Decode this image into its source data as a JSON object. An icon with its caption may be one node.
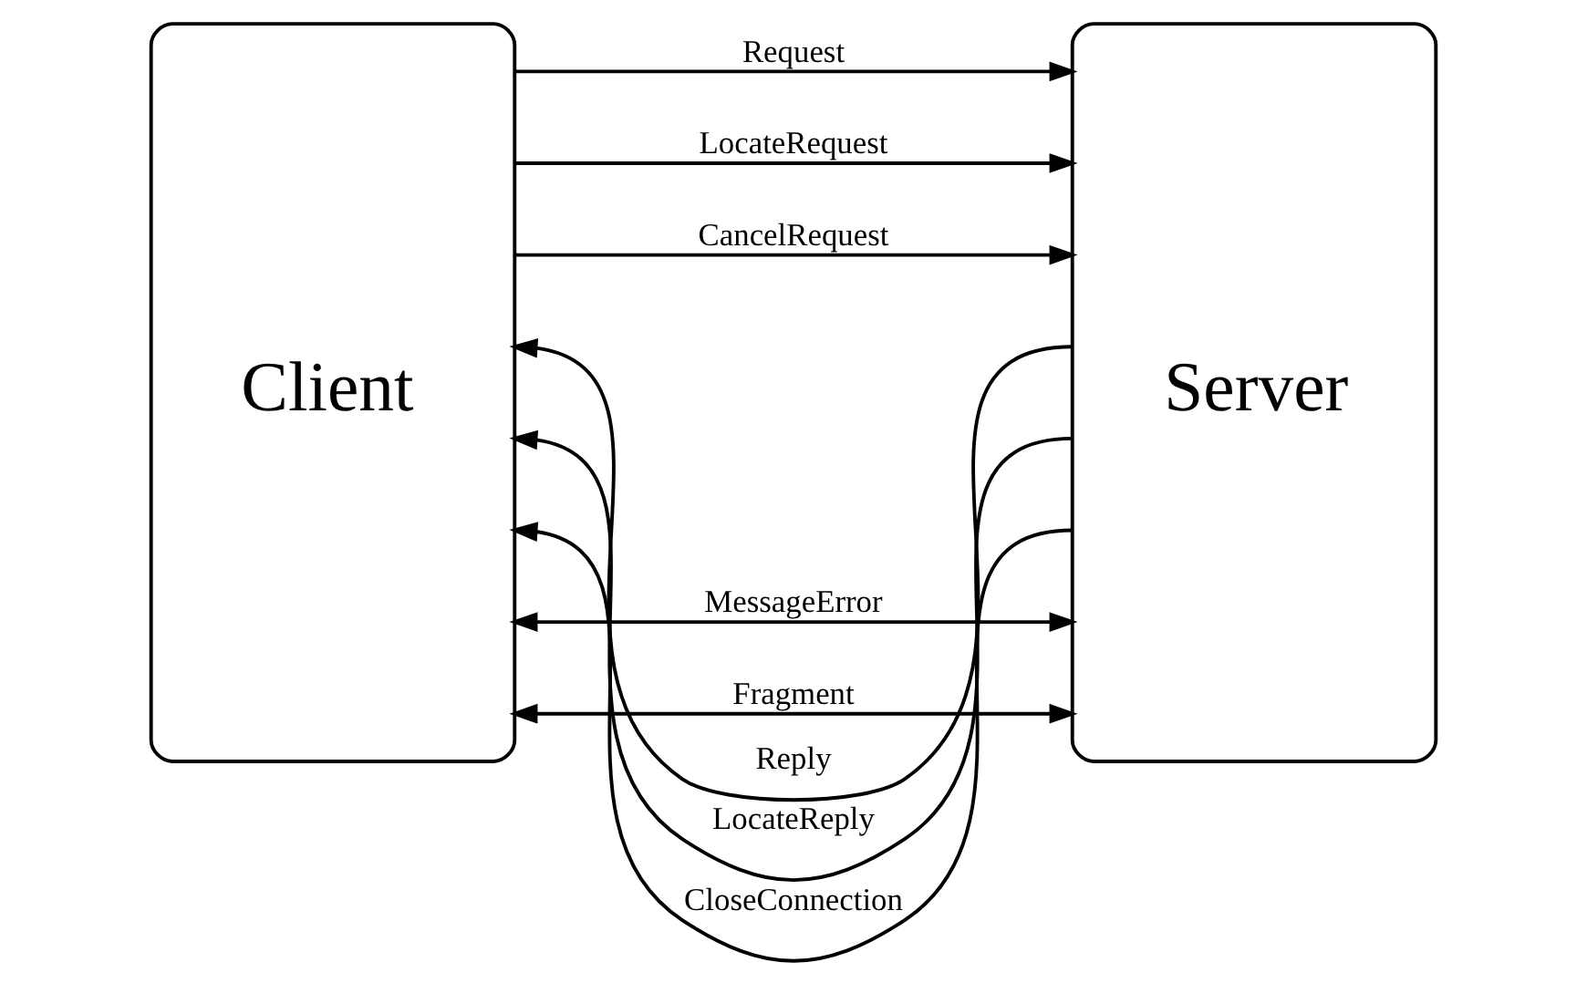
{
  "diagram": {
    "nodes": [
      {
        "text": [
          "Client"
        ]
      },
      {
        "text": [
          "Server"
        ]
      }
    ],
    "edges": [
      {
        "from": 0,
        "to": 1,
        "arrow": "to",
        "label": "Request"
      },
      {
        "from": 0,
        "to": 1,
        "arrow": "to",
        "label": "LocateRequest"
      },
      {
        "from": 0,
        "to": 1,
        "arrow": "to",
        "label": "CancelRequest"
      },
      {
        "from": 1,
        "to": 0,
        "arrow": "to",
        "label": "Reply"
      },
      {
        "from": 1,
        "to": 0,
        "arrow": "to",
        "label": "LocateReply"
      },
      {
        "from": 1,
        "to": 0,
        "arrow": "to",
        "label": "CloseConnection"
      },
      {
        "from": 0,
        "to": 1,
        "arrow": "both",
        "label": "MessageError"
      },
      {
        "from": 0,
        "to": 1,
        "arrow": "both",
        "label": "Fragment"
      }
    ]
  }
}
